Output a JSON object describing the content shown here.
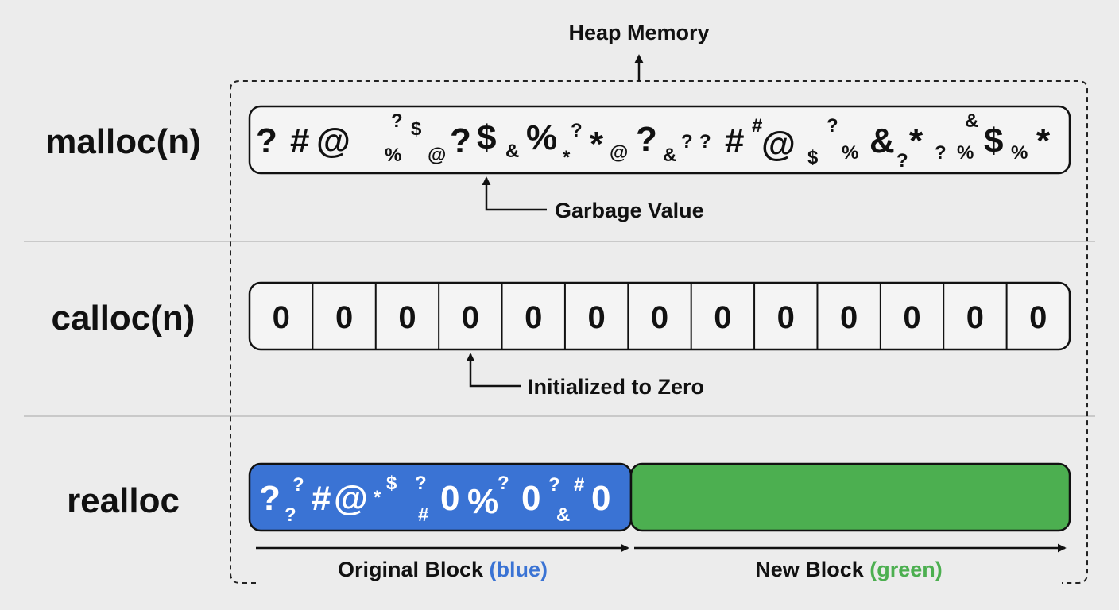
{
  "heap_label": "Heap Memory",
  "rows": {
    "malloc": {
      "label": "malloc(n)",
      "annotation": "Garbage Value",
      "glyphs": [
        "?",
        "#",
        "@",
        "?",
        "%",
        "$",
        "@",
        "?",
        "$",
        "&",
        "%",
        "*",
        "?",
        "*",
        "@",
        "?",
        "&",
        "?",
        "?",
        "#",
        "#",
        "@",
        "$",
        "?",
        "%",
        "&",
        "?",
        "*",
        "?",
        "&",
        "%",
        "$",
        "%",
        "*"
      ]
    },
    "calloc": {
      "label": "calloc(n)",
      "annotation": "Initialized to Zero",
      "cells": [
        "0",
        "0",
        "0",
        "0",
        "0",
        "0",
        "0",
        "0",
        "0",
        "0",
        "0",
        "0",
        "0"
      ]
    },
    "realloc": {
      "label": "realloc",
      "glyphs": [
        "?",
        "?",
        "?",
        "#",
        "@",
        "*",
        "$",
        "?",
        "#",
        "0",
        "%",
        "?",
        "0",
        "?",
        "&",
        "#",
        "0"
      ],
      "original_block": {
        "label": "Original Block",
        "color_word": "(blue)",
        "color": "#3a73d4"
      },
      "new_block": {
        "label": "New Block",
        "color_word": "(green)",
        "color": "#4caf50"
      }
    }
  }
}
